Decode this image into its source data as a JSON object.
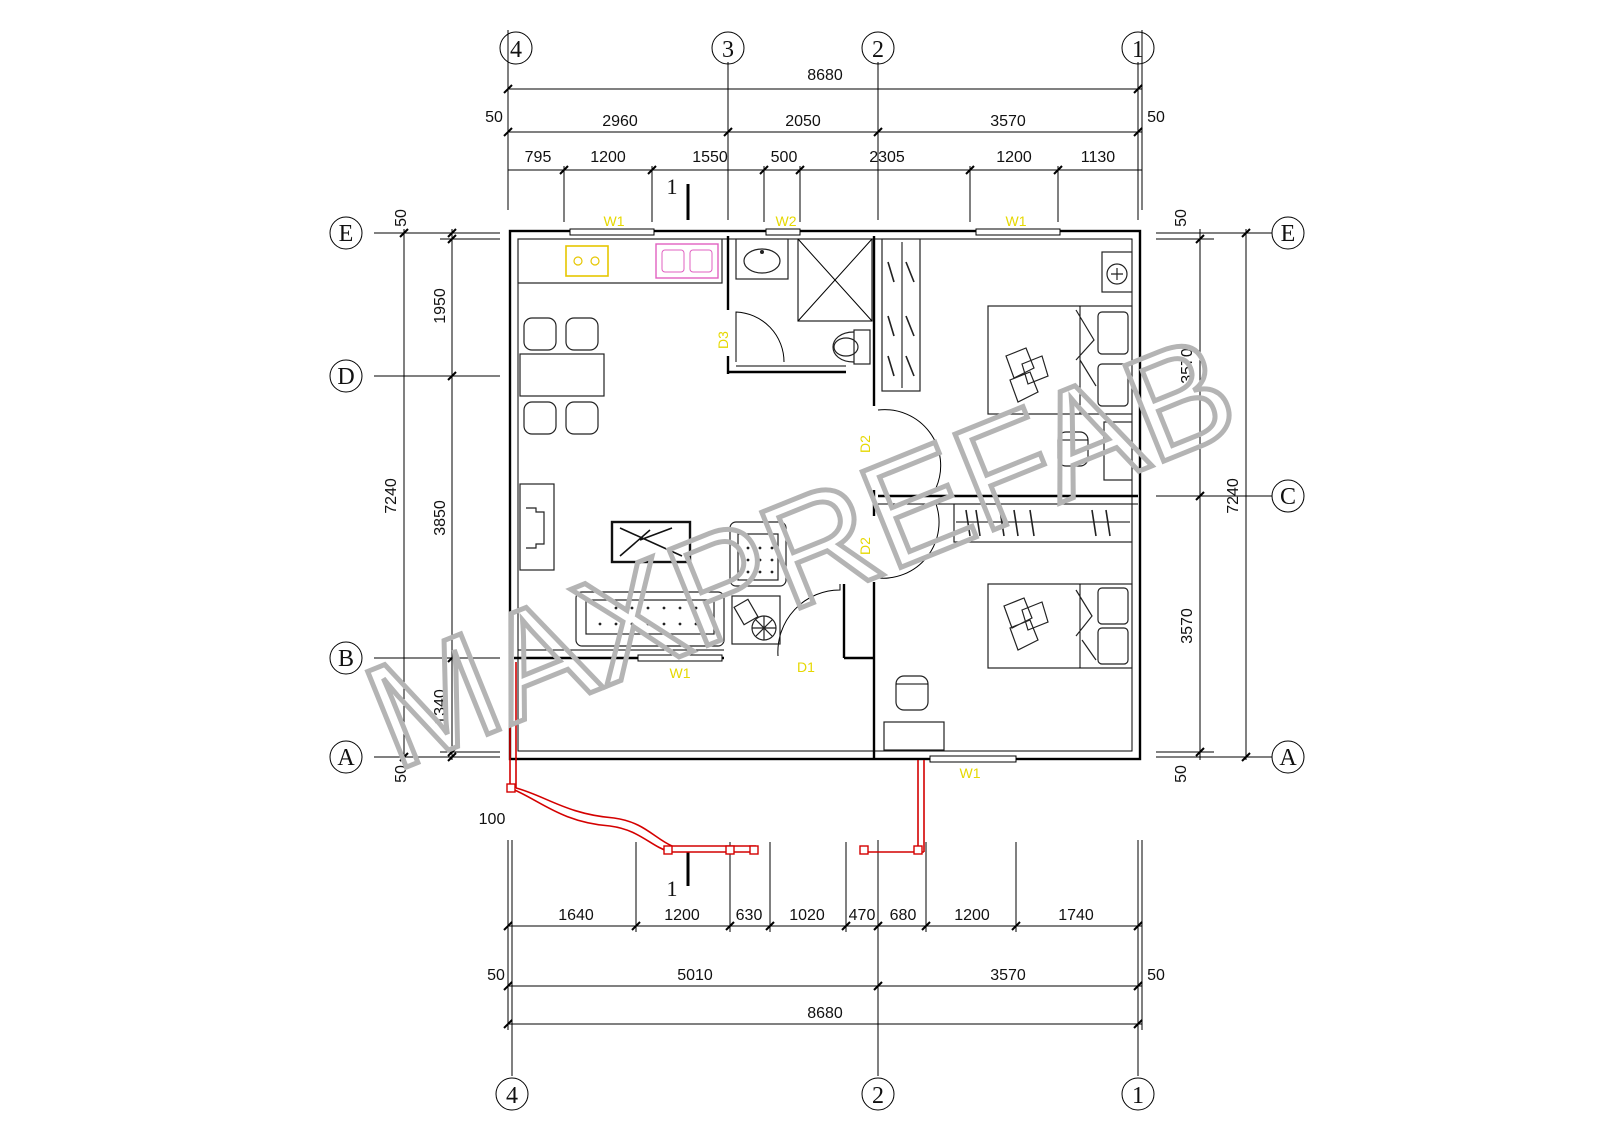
{
  "axes": {
    "top": [
      "4",
      "3",
      "2",
      "1"
    ],
    "bottom": [
      "4",
      "2",
      "1"
    ],
    "left": [
      "E",
      "D",
      "B",
      "A"
    ],
    "right": [
      "E",
      "C",
      "A"
    ]
  },
  "dimensions": {
    "top_total": "8680",
    "top_edge_left": "50",
    "top_edge_right": "50",
    "top_mid": [
      "2960",
      "2050",
      "3570"
    ],
    "top_detail": [
      "795",
      "1200",
      "1550",
      "500",
      "2305",
      "1200",
      "1130"
    ],
    "bottom_total": "8680",
    "bottom_edge_left": "50",
    "bottom_edge_right": "50",
    "bottom_mid": [
      "5010",
      "3570"
    ],
    "bottom_detail": [
      "1640",
      "1200",
      "630",
      "1020",
      "470",
      "680",
      "1200",
      "1740"
    ],
    "left_total": "7240",
    "left_detail": [
      "50",
      "1950",
      "3850",
      "1340",
      "50"
    ],
    "right_total": "7240",
    "right_detail": [
      "50",
      "3570",
      "3570",
      "50"
    ],
    "path_offset": "100"
  },
  "openings": {
    "w1_top_left": "W1",
    "w2_top": "W2",
    "w1_top_right": "W1",
    "d3": "D3",
    "d2_upper": "D2",
    "d2_lower": "D2",
    "w1_living": "W1",
    "d1": "D1",
    "w1_bottom": "W1"
  },
  "section_mark": "1",
  "watermark": "MAXPREFAB"
}
